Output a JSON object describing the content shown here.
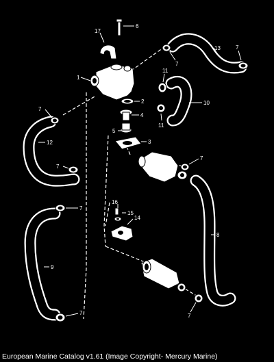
{
  "diagram": {
    "callouts": {
      "c1": "1",
      "c2": "2",
      "c3": "3",
      "c4": "4",
      "c5": "5",
      "c6": "6",
      "c7a": "7",
      "c7b": "7",
      "c7c": "7",
      "c7d": "7",
      "c7e": "7",
      "c7f": "7",
      "c7g": "7",
      "c7h": "7",
      "c8": "8",
      "c9": "9",
      "c10": "10",
      "c11a": "11",
      "c11b": "11",
      "c12": "12",
      "c13": "13",
      "c14": "14",
      "c15": "15",
      "c16": "16",
      "c17": "17"
    }
  },
  "caption": "European Marine Catalog v1.61 (Image Copyright- Mercury Marine)"
}
